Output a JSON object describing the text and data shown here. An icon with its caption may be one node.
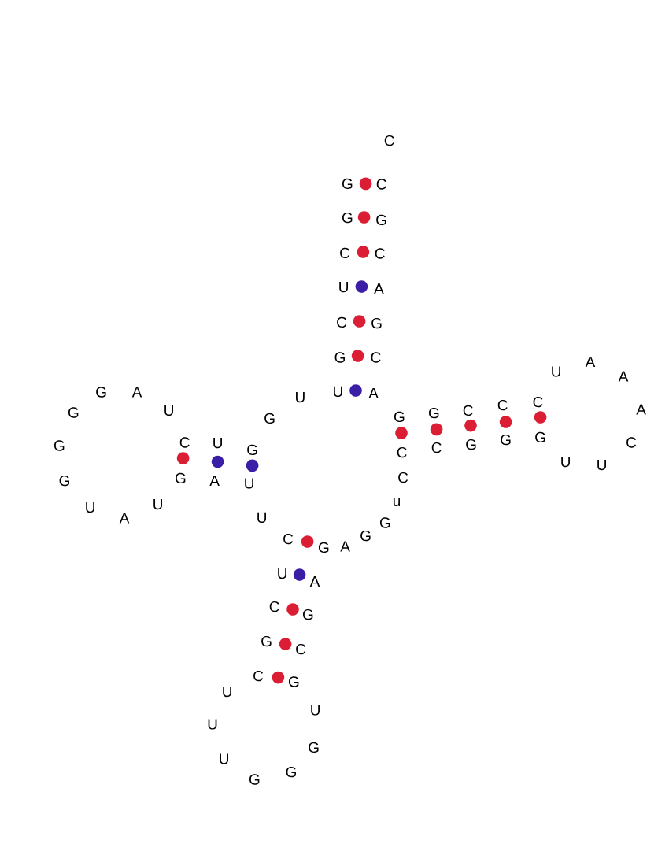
{
  "diagram": {
    "labels": [
      "G",
      "G",
      "C",
      "U",
      "C",
      "G",
      "U",
      "U",
      "G",
      "G",
      "U",
      "C",
      "U",
      "A",
      "G",
      "G",
      "G",
      "G",
      "U",
      "A",
      "U",
      "G",
      "A",
      "U",
      "U",
      "C",
      "U",
      "C",
      "G",
      "C",
      "U",
      "U",
      "U",
      "G",
      "G",
      "G",
      "U",
      "G",
      "C",
      "G",
      "A",
      "G",
      "A",
      "G",
      "G",
      "u",
      "C",
      "C",
      "C",
      "G",
      "G",
      "G",
      "U",
      "U",
      "C",
      "A",
      "A",
      "A",
      "U",
      "C",
      "C",
      "C",
      "G",
      "G",
      "A",
      "C",
      "G",
      "A",
      "C",
      "G",
      "C",
      "C"
    ]
  }
}
